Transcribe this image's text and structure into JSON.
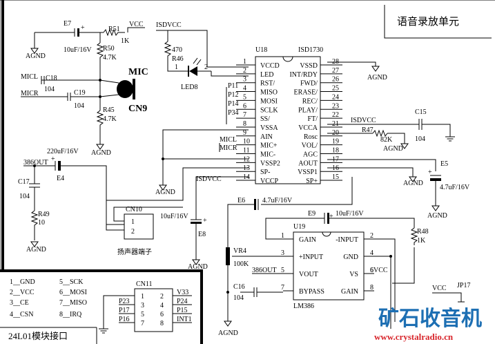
{
  "title": "语音录放单元",
  "module_title": "24L01模块接口",
  "watermark": {
    "cn": "矿石收音机",
    "url": "www.crystalradio.cn"
  },
  "power": {
    "vcc": "VCC",
    "isdvcc": "ISDVCC",
    "agnd": "AGND"
  },
  "u18": {
    "ref": "U18",
    "part": "ISD1730",
    "left_pins": [
      {
        "num": "1",
        "name": "VCCD"
      },
      {
        "num": "2",
        "name": "LED"
      },
      {
        "num": "3",
        "name": "RST/"
      },
      {
        "num": "4",
        "name": "MISO"
      },
      {
        "num": "5",
        "name": "MOSI"
      },
      {
        "num": "6",
        "name": "SCLK"
      },
      {
        "num": "7",
        "name": "SS/"
      },
      {
        "num": "8",
        "name": "VSSA"
      },
      {
        "num": "9",
        "name": "AIN"
      },
      {
        "num": "10",
        "name": "MIC+"
      },
      {
        "num": "11",
        "name": "MIC-"
      },
      {
        "num": "12",
        "name": "VSSP2"
      },
      {
        "num": "13",
        "name": "SP-"
      },
      {
        "num": "14",
        "name": "VCCP"
      }
    ],
    "right_pins": [
      {
        "num": "28",
        "name": "VSSD"
      },
      {
        "num": "27",
        "name": "INT/RDY"
      },
      {
        "num": "26",
        "name": "FWD/"
      },
      {
        "num": "25",
        "name": "ERASE/"
      },
      {
        "num": "24",
        "name": "REC/"
      },
      {
        "num": "23",
        "name": "PLAY/"
      },
      {
        "num": "22",
        "name": "FT/"
      },
      {
        "num": "21",
        "name": "VCCA"
      },
      {
        "num": "20",
        "name": "Rosc"
      },
      {
        "num": "19",
        "name": "VOL/"
      },
      {
        "num": "18",
        "name": "AGC"
      },
      {
        "num": "17",
        "name": "AOUT"
      },
      {
        "num": "16",
        "name": "VSSP1"
      },
      {
        "num": "15",
        "name": "SP+"
      }
    ],
    "nets": [
      "P11",
      "P12",
      "P14",
      "P34",
      "MICL",
      "MICR"
    ]
  },
  "u19": {
    "ref": "U19",
    "part": "LM386",
    "left_pins": [
      {
        "num": "1",
        "name": "GAIN"
      },
      {
        "num": "3",
        "name": "+INPUT"
      },
      {
        "num": "5",
        "name": "VOUT"
      },
      {
        "num": "7",
        "name": "BYPASS"
      }
    ],
    "right_pins": [
      {
        "num": "2",
        "name": "-INPUT"
      },
      {
        "num": "4",
        "name": "GND"
      },
      {
        "num": "6",
        "name": "VS"
      },
      {
        "num": "8",
        "name": "GAIN"
      }
    ],
    "vs_label": "6VCC",
    "out_net": "386OUT"
  },
  "components": {
    "e7": {
      "ref": "E7",
      "value": "10uF/16V"
    },
    "r51": {
      "ref": "R51",
      "value": "1K"
    },
    "r50": {
      "ref": "R50",
      "value": "4.7K"
    },
    "c18": {
      "ref": "C18",
      "value": "104"
    },
    "c19": {
      "ref": "C19",
      "value": "104"
    },
    "r45": {
      "ref": "R45",
      "value": "4.7K"
    },
    "mic": {
      "ref": "CN9",
      "value": "MIC"
    },
    "r46": {
      "ref": "R46",
      "value": "470"
    },
    "led8": {
      "ref": "LED8",
      "pin1": "1",
      "pin2": "2"
    },
    "e4": {
      "ref": "E4",
      "value": "220uF/16V"
    },
    "c17": {
      "ref": "C17",
      "value": "104"
    },
    "r49": {
      "ref": "R49",
      "value": "10"
    },
    "cn10": {
      "ref": "CN10",
      "pin1": "1",
      "pin2": "2",
      "label": "扬声器端子"
    },
    "e8": {
      "ref": "E8",
      "value": "10uF/16V"
    },
    "e6": {
      "ref": "E6",
      "value": "4.7uF/16V"
    },
    "e9": {
      "ref": "E9",
      "value": "10uF/16V"
    },
    "r48": {
      "ref": "R48",
      "value": "1K"
    },
    "vr4": {
      "ref": "VR4",
      "value": "100K"
    },
    "c16": {
      "ref": "C16",
      "value": "104"
    },
    "c15": {
      "ref": "C15",
      "value": "104"
    },
    "r47": {
      "ref": "R47",
      "value": "82K"
    },
    "e5": {
      "ref": "E5",
      "value": "4.7uF/16V"
    },
    "jp17": {
      "ref": "JP17"
    }
  },
  "cn11": {
    "ref": "CN11",
    "left_nets": [
      "P23",
      "P17",
      "P16"
    ],
    "right_nets": [
      "V33",
      "P24",
      "P15",
      "INT1"
    ],
    "pins_left": [
      "1",
      "3",
      "5",
      "7"
    ],
    "pins_right": [
      "2",
      "4",
      "6",
      "8"
    ]
  },
  "legend": {
    "left": [
      "1__GND",
      "2__VCC",
      "3__CE",
      "4__CSN"
    ],
    "right": [
      "5__SCK",
      "6__MOSI",
      "7__MISO",
      "8__IRQ"
    ]
  }
}
